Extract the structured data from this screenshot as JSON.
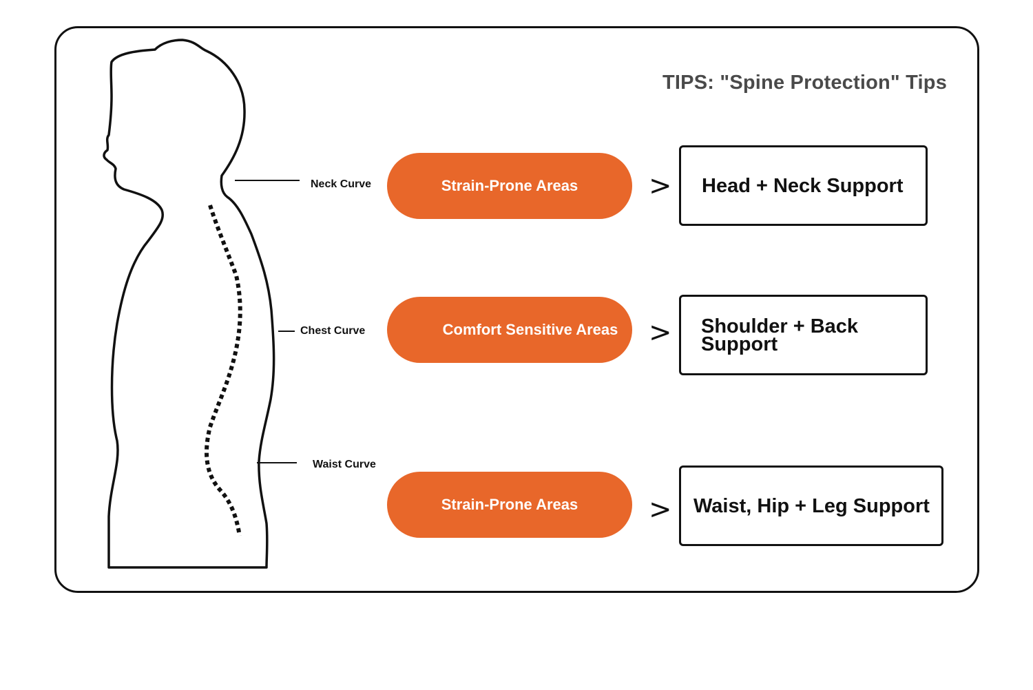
{
  "title": "TIPS: \"Spine Protection\" Tips",
  "curves": [
    {
      "label": "Neck Curve"
    },
    {
      "label": "Chest Curve"
    },
    {
      "label": "Waist Curve"
    }
  ],
  "areas": [
    {
      "label": "Strain-Prone Areas"
    },
    {
      "label": "Comfort Sensitive Areas"
    },
    {
      "label": "Strain-Prone Areas"
    }
  ],
  "arrow_symbol": ">",
  "supports": [
    {
      "label": "Head + Neck Support"
    },
    {
      "label": "Shoulder + Back Support"
    },
    {
      "label": "Waist, Hip + Leg Support"
    }
  ],
  "colors": {
    "accent": "#e8672a",
    "title": "#4a4a4a",
    "outline": "#111111"
  }
}
